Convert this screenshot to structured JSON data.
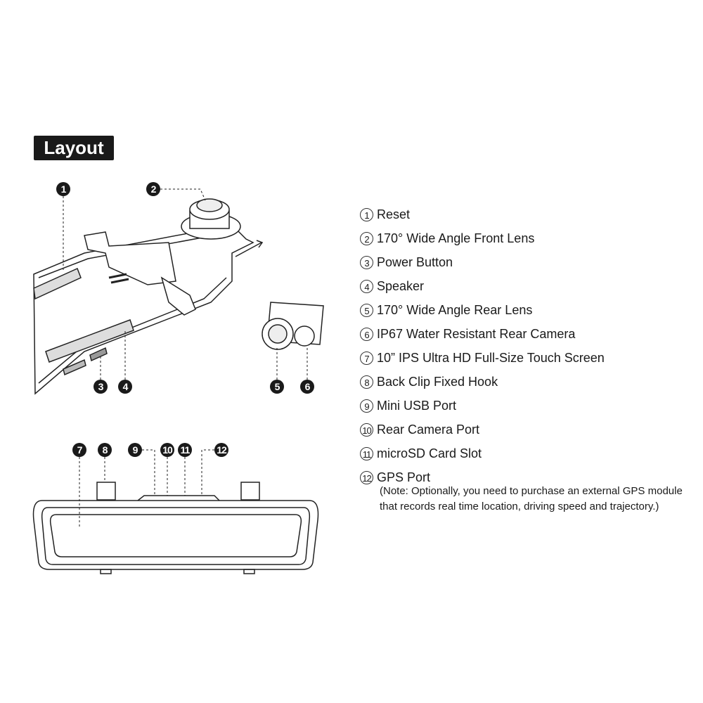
{
  "title": "Layout",
  "items": [
    {
      "num": "1",
      "label": "Reset"
    },
    {
      "num": "2",
      "label": "170° Wide Angle Front Lens"
    },
    {
      "num": "3",
      "label": "Power Button"
    },
    {
      "num": "4",
      "label": "Speaker"
    },
    {
      "num": "5",
      "label": "170° Wide Angle Rear Lens"
    },
    {
      "num": "6",
      "label": "IP67 Water Resistant Rear Camera"
    },
    {
      "num": "7",
      "label": "10” IPS Ultra HD Full-Size Touch Screen"
    },
    {
      "num": "8",
      "label": "Back Clip Fixed Hook"
    },
    {
      "num": "9",
      "label": "Mini USB Port"
    },
    {
      "num": "10",
      "label": "Rear Camera Port"
    },
    {
      "num": "11",
      "label": "microSD Card Slot"
    },
    {
      "num": "12",
      "label": "GPS Port"
    }
  ],
  "note": {
    "line1": "(Note: Optionally, you need to purchase an external GPS module",
    "line2": "that records real time location, driving speed and trajectory.)"
  },
  "markers": [
    "1",
    "2",
    "3",
    "4",
    "5",
    "6",
    "7",
    "8",
    "9",
    "10",
    "11",
    "12"
  ]
}
